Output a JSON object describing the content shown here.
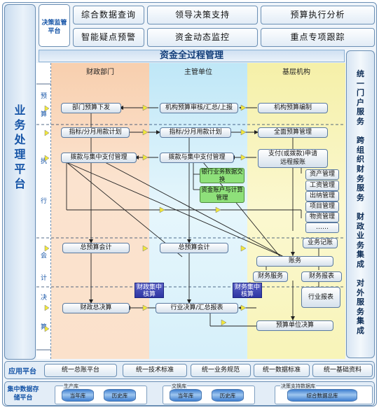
{
  "left_platform": "业务处理平台",
  "right_platform": "统一门户服务 跨组织财务服务 财政业务集成 对外服务集成",
  "top": {
    "label": "决策监管平台",
    "buttons": [
      "综合数据查询",
      "领导决策支持",
      "预算执行分析",
      "智能疑点预警",
      "资金动态监控",
      "重点专项跟踪"
    ]
  },
  "title": "资金全过程管理",
  "columns": [
    "财政部门",
    "主管单位",
    "基层机构"
  ],
  "stages": {
    "budget": [
      "预",
      "算"
    ],
    "exec": [
      "执",
      "行"
    ],
    "acct": [
      "会",
      "计"
    ],
    "final": [
      "决",
      "算"
    ]
  },
  "nodes": {
    "fin_budget": "部门预算下发",
    "main_budget": "机构预算审核/汇总/上报",
    "base_budget": "机构预算编制",
    "fin_plan": "指标/分月用款计划",
    "main_plan": "指标/分月用款计划",
    "base_plan": "全面预算管理",
    "fin_pay": "拨款与集中支付管理",
    "main_pay": "拨款与集中支付管理",
    "base_pay1": "支付(或拨款)申请",
    "base_pay2": "远程报账",
    "main_exch": "银行业务数据交换",
    "main_acct": "资金账户与计算管理",
    "fin_gl": "总预算会计",
    "main_gl": "总预算会计",
    "base_acct": "账务",
    "base_book": "财务服务",
    "base_report": "财务报表",
    "base_bizacct": "业务记账",
    "base_industry": "行业报表",
    "fin_final": "财政总决算",
    "main_final": "行业决算/汇总报表",
    "base_final": "预算单位决算"
  },
  "subsystems": [
    "资产管理",
    "工资管理",
    "出纳管理",
    "项目管理",
    "物资管理",
    "……"
  ],
  "blue_tags": [
    "财政集中核算",
    "财务集中核算"
  ],
  "app": {
    "label": "应用平台",
    "items": [
      "统一总账平台",
      "统一技术标准",
      "统一业务规范",
      "统一数据标准",
      "统一基础资料"
    ]
  },
  "storage": {
    "label": "集中数据存储平台",
    "groups": [
      {
        "title": "生产库",
        "dbs": [
          "当年库",
          "历史库"
        ]
      },
      {
        "title": "交换库",
        "dbs": [
          "当年库",
          "历史库"
        ]
      },
      {
        "title": "决策支持数据库",
        "dbs": [
          "综合数据总库"
        ]
      }
    ]
  },
  "colors": {
    "finance": "#fbe1cb",
    "main": "#d6f0fa",
    "base": "#f8f4b8",
    "accent": "#1554a7"
  }
}
